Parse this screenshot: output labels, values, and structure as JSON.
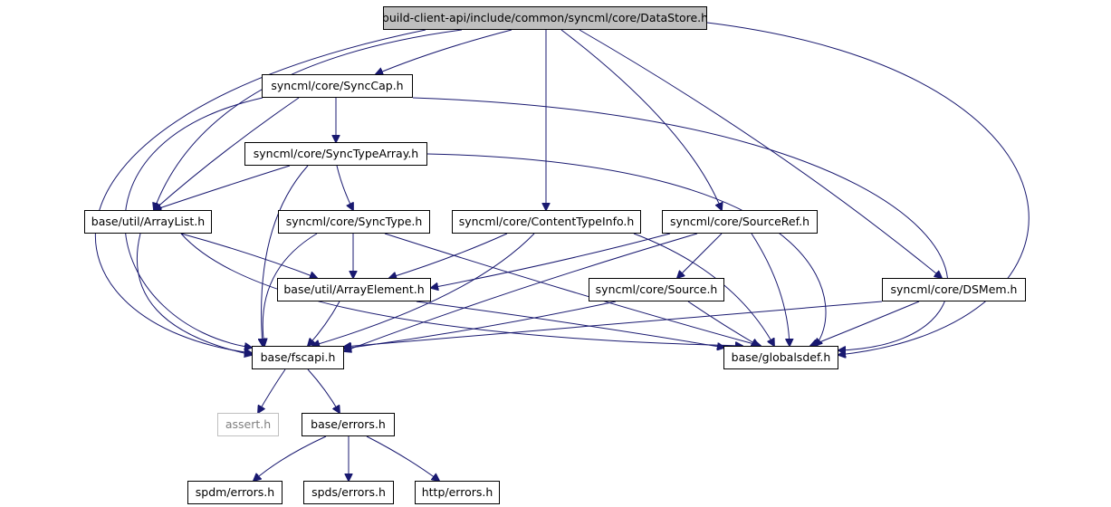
{
  "graph": {
    "nodes": {
      "datastore": "build-client-api/include/common/syncml/core/DataStore.h",
      "synccap": "syncml/core/SyncCap.h",
      "synctypearray": "syncml/core/SyncTypeArray.h",
      "arraylist": "base/util/ArrayList.h",
      "synctype": "syncml/core/SyncType.h",
      "contenttypeinfo": "syncml/core/ContentTypeInfo.h",
      "sourceref": "syncml/core/SourceRef.h",
      "arrayelement": "base/util/ArrayElement.h",
      "source": "syncml/core/Source.h",
      "dsmem": "syncml/core/DSMem.h",
      "fscapi": "base/fscapi.h",
      "globalsdef": "base/globalsdef.h",
      "assert": "assert.h",
      "errors": "base/errors.h",
      "spdm_errors": "spdm/errors.h",
      "spds_errors": "spds/errors.h",
      "http_errors": "http/errors.h"
    },
    "root": "datastore",
    "edges": [
      [
        "datastore",
        "synccap"
      ],
      [
        "datastore",
        "arraylist"
      ],
      [
        "datastore",
        "fscapi"
      ],
      [
        "datastore",
        "contenttypeinfo"
      ],
      [
        "datastore",
        "sourceref"
      ],
      [
        "datastore",
        "dsmem"
      ],
      [
        "datastore",
        "globalsdef"
      ],
      [
        "synccap",
        "synctypearray"
      ],
      [
        "synccap",
        "arraylist"
      ],
      [
        "synccap",
        "fscapi"
      ],
      [
        "synccap",
        "globalsdef"
      ],
      [
        "synctypearray",
        "arraylist"
      ],
      [
        "synctypearray",
        "synctype"
      ],
      [
        "synctypearray",
        "fscapi"
      ],
      [
        "synctypearray",
        "globalsdef"
      ],
      [
        "arraylist",
        "arrayelement"
      ],
      [
        "arraylist",
        "fscapi"
      ],
      [
        "arraylist",
        "globalsdef"
      ],
      [
        "synctype",
        "arrayelement"
      ],
      [
        "synctype",
        "fscapi"
      ],
      [
        "synctype",
        "globalsdef"
      ],
      [
        "contenttypeinfo",
        "arrayelement"
      ],
      [
        "contenttypeinfo",
        "fscapi"
      ],
      [
        "contenttypeinfo",
        "globalsdef"
      ],
      [
        "sourceref",
        "arrayelement"
      ],
      [
        "sourceref",
        "source"
      ],
      [
        "sourceref",
        "fscapi"
      ],
      [
        "sourceref",
        "globalsdef"
      ],
      [
        "arrayelement",
        "fscapi"
      ],
      [
        "arrayelement",
        "globalsdef"
      ],
      [
        "source",
        "fscapi"
      ],
      [
        "source",
        "globalsdef"
      ],
      [
        "dsmem",
        "fscapi"
      ],
      [
        "dsmem",
        "globalsdef"
      ],
      [
        "fscapi",
        "assert"
      ],
      [
        "fscapi",
        "errors"
      ],
      [
        "errors",
        "spdm_errors"
      ],
      [
        "errors",
        "spds_errors"
      ],
      [
        "errors",
        "http_errors"
      ]
    ],
    "colors": {
      "edge": "#191970",
      "root_fill": "#bfbfbf",
      "node_border": "#000000",
      "missing_border": "#bfbfbf",
      "missing_text": "#7f7f7f"
    }
  }
}
